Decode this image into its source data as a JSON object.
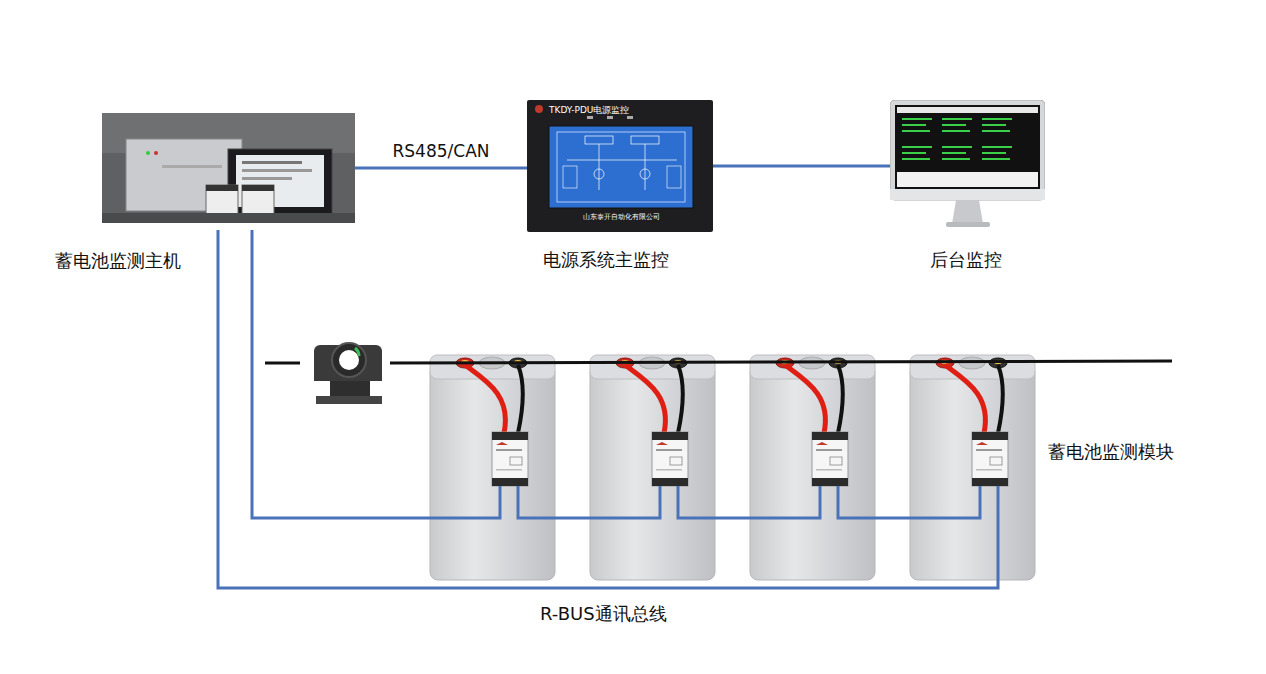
{
  "diagram": {
    "nodes": [
      {
        "text": [
          "蓄电池监测主机"
        ]
      },
      {
        "text": [
          "TKDY-PDU电源监控",
          "山东泰开自动化有限公司",
          "电源系统主监控"
        ]
      },
      {
        "text": [
          "后台监控"
        ]
      }
    ],
    "edges": [
      {
        "from": 0,
        "to": 1,
        "arrow": "none",
        "label": "RS485/CAN"
      },
      {
        "from": 1,
        "to": 2,
        "arrow": "none"
      }
    ],
    "labels": [
      "蓄电池监测模块",
      "R-BUS通讯总线"
    ]
  }
}
